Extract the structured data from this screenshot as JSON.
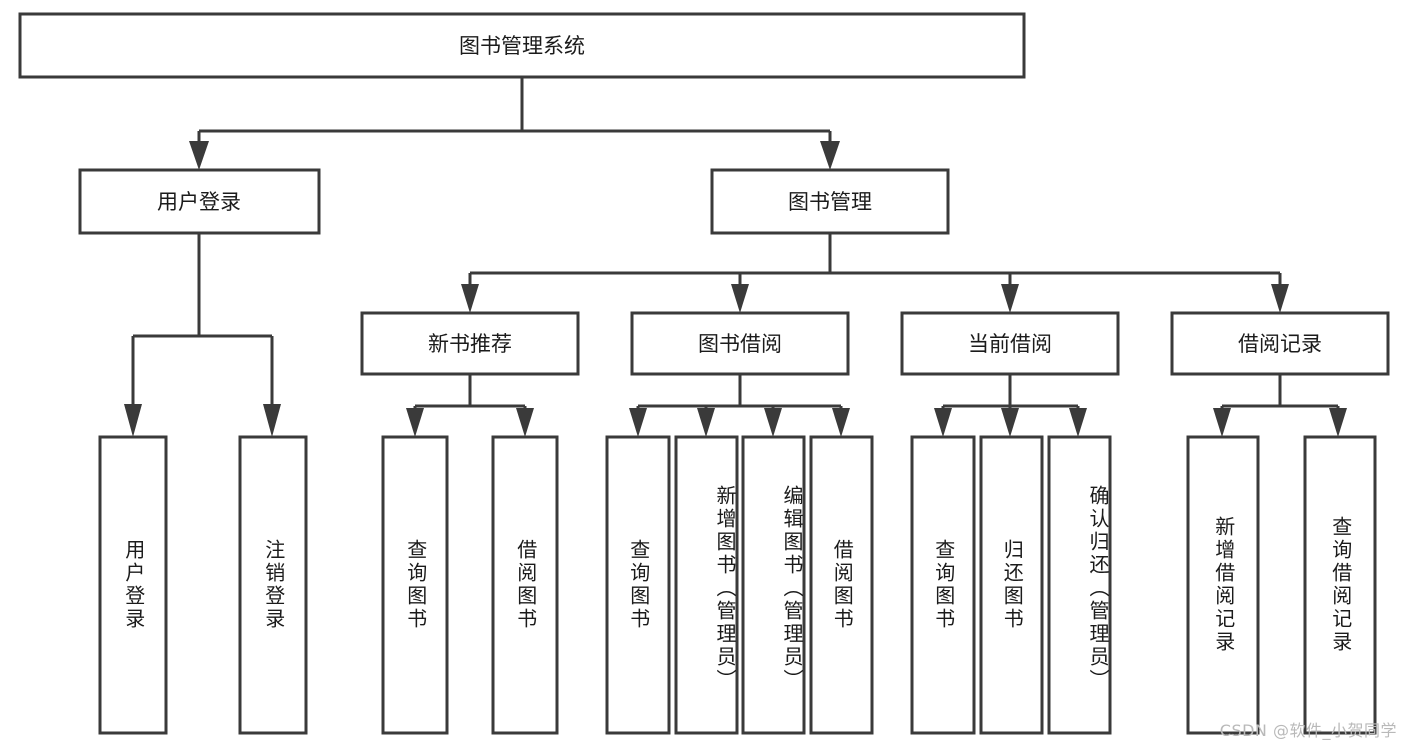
{
  "diagram": {
    "type": "tree-hierarchy-chart",
    "title": "图书管理系统",
    "watermark": "CSDN @软件_小贺同学",
    "colors": {
      "background": "#ffffff",
      "box_stroke": "#3a3a3a",
      "box_fill": "#ffffff",
      "text": "#1b1b1b",
      "watermark": "#b9b9b9"
    },
    "root": {
      "label": "图书管理系统",
      "orientation": "horizontal"
    },
    "level1": [
      {
        "label": "用户登录",
        "orientation": "horizontal"
      },
      {
        "label": "图书管理",
        "orientation": "horizontal"
      }
    ],
    "level2": [
      {
        "label": "新书推荐",
        "orientation": "horizontal",
        "parent": "图书管理"
      },
      {
        "label": "图书借阅",
        "orientation": "horizontal",
        "parent": "图书管理"
      },
      {
        "label": "当前借阅",
        "orientation": "horizontal",
        "parent": "图书管理"
      },
      {
        "label": "借阅记录",
        "orientation": "horizontal",
        "parent": "图书管理"
      }
    ],
    "leaves": [
      {
        "label": "用户登录",
        "orientation": "vertical",
        "parent": "用户登录"
      },
      {
        "label": "注销登录",
        "orientation": "vertical",
        "parent": "用户登录"
      },
      {
        "label": "查询图书",
        "orientation": "vertical",
        "parent": "新书推荐"
      },
      {
        "label": "借阅图书",
        "orientation": "vertical",
        "parent": "新书推荐"
      },
      {
        "label": "查询图书",
        "orientation": "vertical",
        "parent": "图书借阅"
      },
      {
        "label": "新增图书（管理员）",
        "orientation": "vertical",
        "parent": "图书借阅"
      },
      {
        "label": "编辑图书（管理员）",
        "orientation": "vertical",
        "parent": "图书借阅"
      },
      {
        "label": "借阅图书",
        "orientation": "vertical",
        "parent": "图书借阅"
      },
      {
        "label": "查询图书",
        "orientation": "vertical",
        "parent": "当前借阅"
      },
      {
        "label": "归还图书",
        "orientation": "vertical",
        "parent": "当前借阅"
      },
      {
        "label": "确认归还（管理员）",
        "orientation": "vertical",
        "parent": "当前借阅"
      },
      {
        "label": "新增借阅记录",
        "orientation": "vertical",
        "parent": "借阅记录"
      },
      {
        "label": "查询借阅记录",
        "orientation": "vertical",
        "parent": "借阅记录"
      }
    ]
  }
}
